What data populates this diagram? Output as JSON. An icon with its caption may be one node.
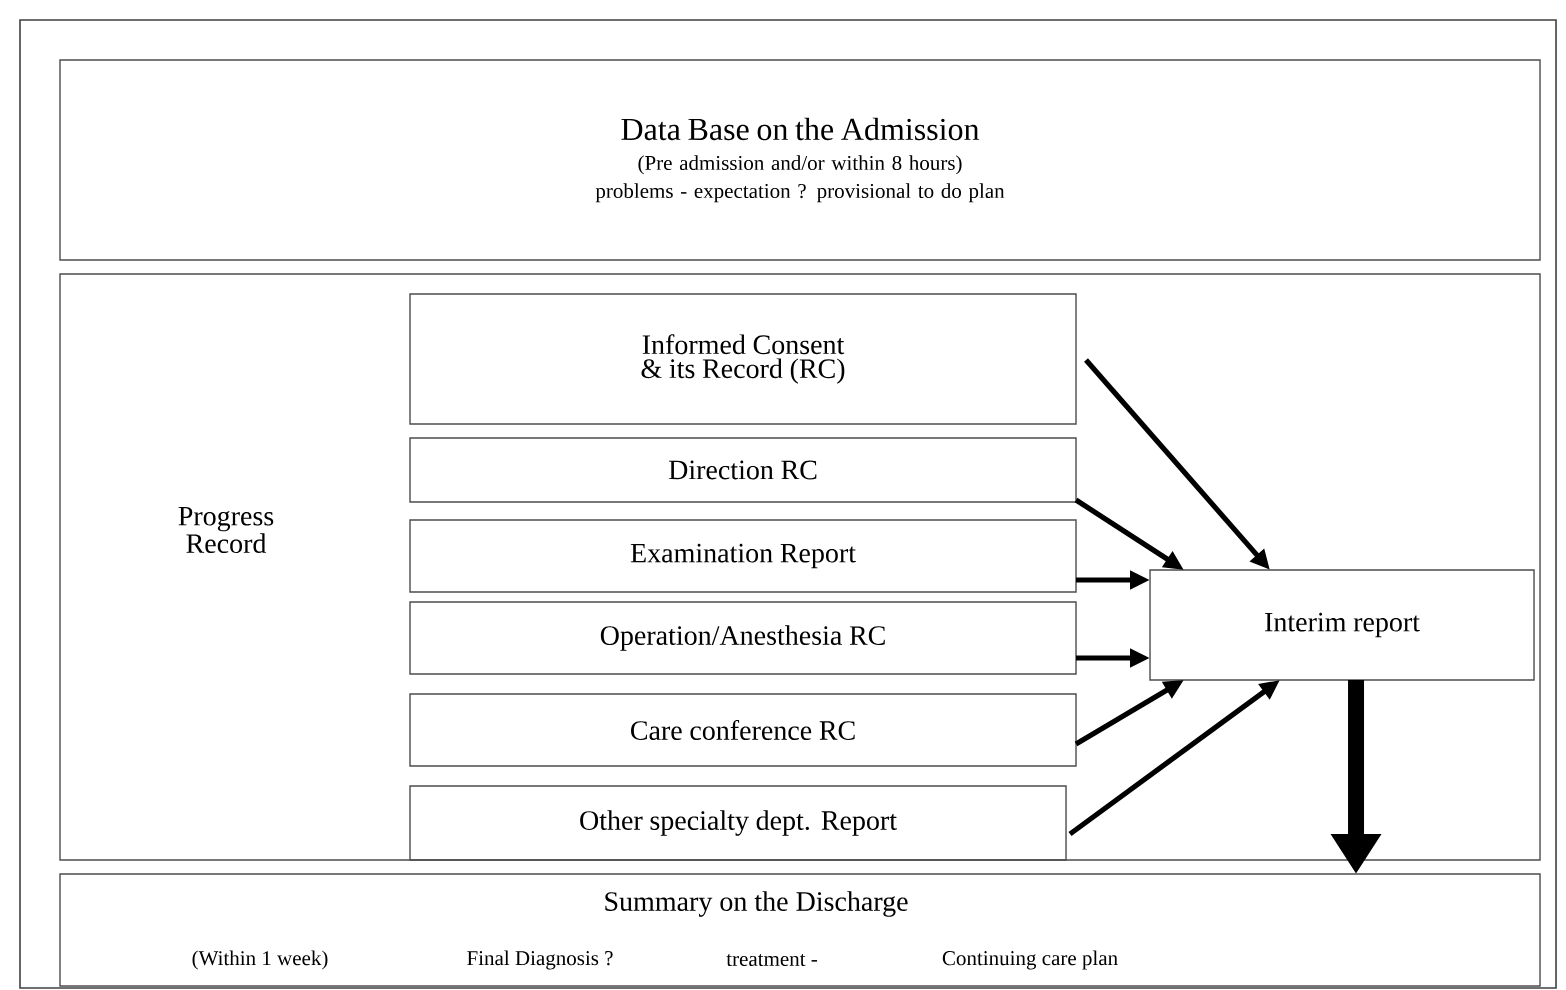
{
  "diagram": {
    "nodes": [
      {
        "text": [
          "Data Base on the Admission",
          "(Pre admission and/or within 8 hours)",
          "problems - expectation ?  provisional to do plan"
        ]
      },
      {
        "text": [
          "Progress Record"
        ]
      },
      {
        "text": [
          "Informed Consent & its Record (RC)"
        ],
        "in": 1
      },
      {
        "text": [
          "Direction RC"
        ],
        "in": 1
      },
      {
        "text": [
          "Examination Report"
        ],
        "in": 1
      },
      {
        "text": [
          "Operation/Anesthesia RC"
        ],
        "in": 1
      },
      {
        "text": [
          "Care conference RC"
        ],
        "in": 1
      },
      {
        "text": [
          "Other specialty dept. Report"
        ],
        "in": 1
      },
      {
        "text": [
          "Interim report"
        ],
        "in": 1
      },
      {
        "text": [
          "Summary on the Discharge",
          "(Within 1 week)",
          "Final Diagnosis ?",
          "treatment -",
          "Continuing care plan"
        ]
      }
    ],
    "edges": [
      {
        "from": 2,
        "to": 8,
        "arrow": "to"
      },
      {
        "from": 3,
        "to": 8,
        "arrow": "to"
      },
      {
        "from": 4,
        "to": 8,
        "arrow": "to"
      },
      {
        "from": 5,
        "to": 8,
        "arrow": "to"
      },
      {
        "from": 6,
        "to": 8,
        "arrow": "to"
      },
      {
        "from": 7,
        "to": 8,
        "arrow": "to"
      },
      {
        "from": 8,
        "to": 9,
        "arrow": "to",
        "style": "thick"
      }
    ]
  }
}
